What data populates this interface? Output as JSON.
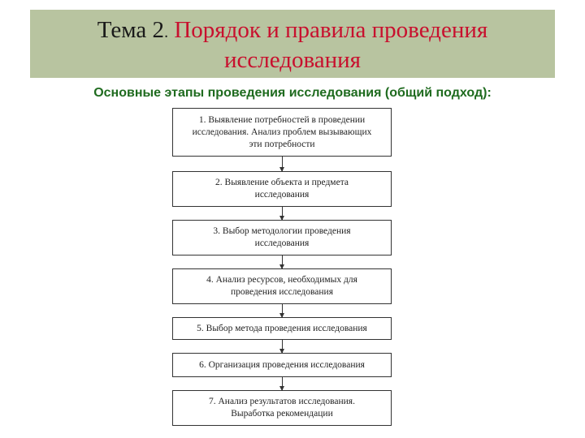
{
  "header": {
    "prefix": "Тема 2",
    "dot": ".",
    "title_line1": "Порядок и правила проведения",
    "title_line2": "исследования"
  },
  "subtitle": "Основные этапы проведения исследования (общий подход):",
  "steps": [
    "1. Выявление потребностей в проведении исследования. Анализ проблем вызывающих эти потребности",
    "2. Выявление объекта и предмета исследования",
    "3. Выбор методологии проведения исследования",
    "4. Анализ ресурсов, необходимых для проведения исследования",
    "5. Выбор метода проведения исследования",
    "6. Организация проведения исследования",
    "7. Анализ результатов исследования. Выработка рекомендации"
  ],
  "colors": {
    "title_band": "#b8c4a0",
    "title_accent": "#c8102e",
    "subtitle": "#1f6b1f"
  }
}
